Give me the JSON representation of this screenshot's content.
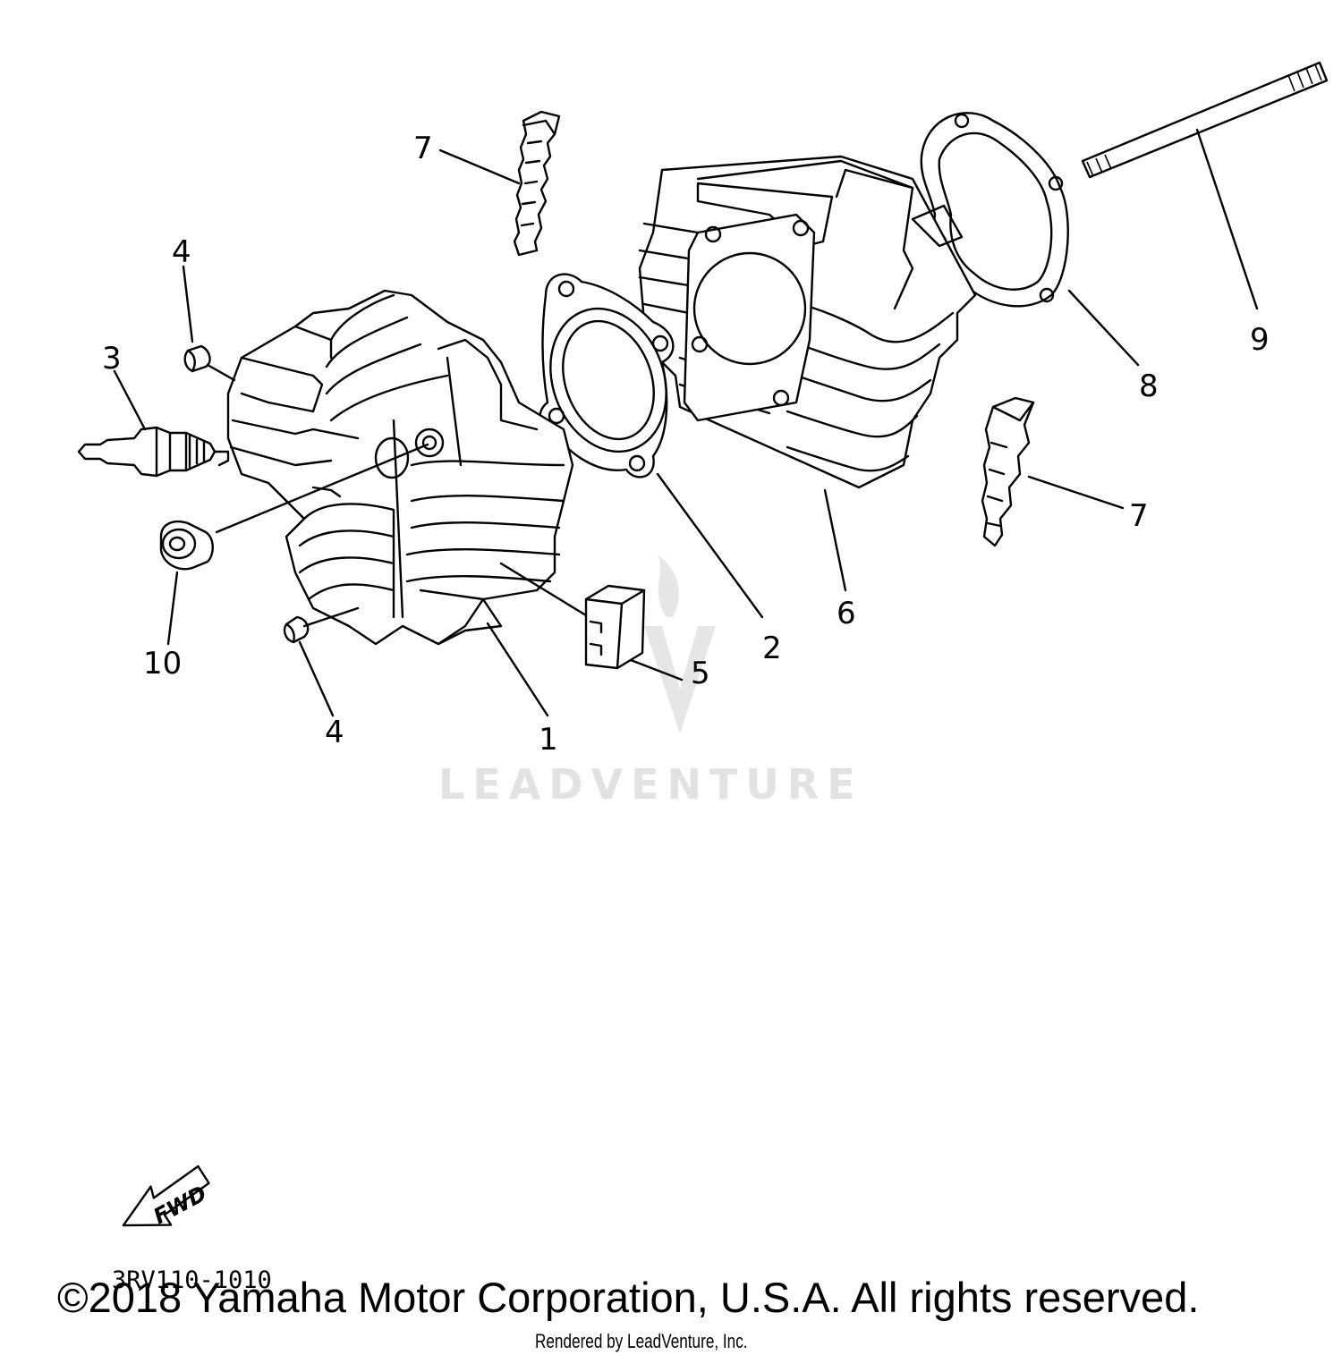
{
  "diagram": {
    "callouts": [
      {
        "id": "c1",
        "label": "1"
      },
      {
        "id": "c2",
        "label": "2"
      },
      {
        "id": "c3",
        "label": "3"
      },
      {
        "id": "c4a",
        "label": "4"
      },
      {
        "id": "c4b",
        "label": "4"
      },
      {
        "id": "c5",
        "label": "5"
      },
      {
        "id": "c6",
        "label": "6"
      },
      {
        "id": "c7a",
        "label": "7"
      },
      {
        "id": "c7b",
        "label": "7"
      },
      {
        "id": "c8",
        "label": "8"
      },
      {
        "id": "c9",
        "label": "9"
      },
      {
        "id": "c10",
        "label": "10"
      }
    ],
    "watermark": "LEADVENTURE",
    "fwd_label": "FWD",
    "part_code": "3RV110-1010"
  },
  "footer": {
    "copyright": "©2018 Yamaha Motor Corporation, U.S.A. All rights reserved.",
    "rendered_by": "Rendered by LeadVenture, Inc."
  }
}
